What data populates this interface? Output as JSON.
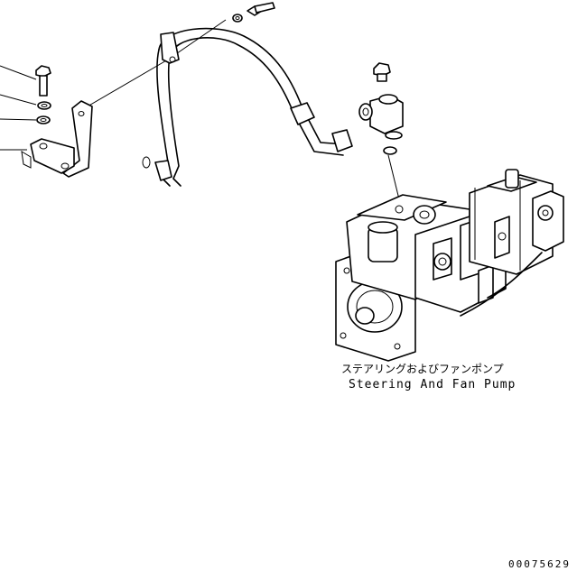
{
  "caption": {
    "japanese": "ステアリングおよびファンポンプ",
    "english": "Steering And Fan Pump"
  },
  "drawing_number": "00075629",
  "parts": [
    {
      "name": "bolt-upper"
    },
    {
      "name": "washer-upper"
    },
    {
      "name": "bolt-left"
    },
    {
      "name": "washer-left"
    },
    {
      "name": "lock-washer-left"
    },
    {
      "name": "bracket"
    },
    {
      "name": "clamp"
    },
    {
      "name": "hose"
    },
    {
      "name": "plug"
    },
    {
      "name": "tee-fitting"
    },
    {
      "name": "o-ring"
    },
    {
      "name": "pump-assembly"
    }
  ]
}
